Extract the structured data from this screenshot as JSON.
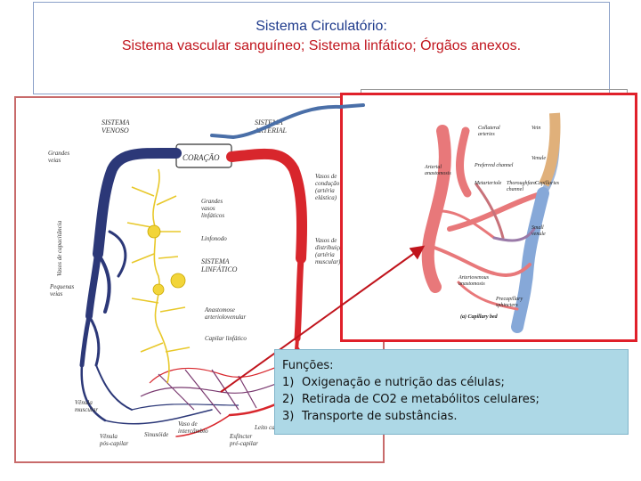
{
  "title": {
    "line1": "Sistema Circulatório:",
    "line2": "Sistema vascular sanguíneo; Sistema linfático; Órgãos anexos."
  },
  "left_diagram": {
    "sistema_venoso": [
      "SISTEMA",
      "VENOSO"
    ],
    "sistema_arterial": [
      "SISTEMA",
      "ARTERIAL"
    ],
    "coracao": "CORAÇÃO",
    "grandes_veias": [
      "Grandes",
      "veias"
    ],
    "vasos_capacitancia": "Vasos de capacitância",
    "grandes_vasos_linfaticos": [
      "Grandes",
      "vasos",
      "linfáticos"
    ],
    "linfonodo": "Linfonodo",
    "sistema_linfatico": [
      "SISTEMA",
      "LINFÁTICO"
    ],
    "vasos_conducao": [
      "Vasos de",
      "condução",
      "(artéria",
      "elástica)"
    ],
    "vasos_distribuicao": [
      "Vasos de",
      "distribuição",
      "(artéria",
      "muscular)"
    ],
    "pequenas_veias": [
      "Pequenas",
      "veias"
    ],
    "anastomose": [
      "Anastomose",
      "arteriolovenular"
    ],
    "capilar_linfatico": "Capilar linfático",
    "venula_muscular": [
      "Vênula",
      "muscular"
    ],
    "vaso_intercambio": [
      "Vaso de",
      "intercâmbio"
    ],
    "venula_pos_capilar": [
      "Vênula",
      "pós-capilar"
    ],
    "sinusoide": "Sinusóide",
    "esfincter": [
      "Esfíncter",
      "pré-capilar"
    ],
    "leito": "Leito ca"
  },
  "right_diagram": {
    "collateral_arteries": [
      "Collateral",
      "arteries"
    ],
    "vein": "Vein",
    "venule": "Venule",
    "arterial_anastomosis": [
      "Arterial",
      "anastomosis"
    ],
    "preferred_channel": "Preferred channel",
    "metarteriole": "Metarteriole",
    "thoroughfare": [
      "Thoroughfare",
      "channel"
    ],
    "capillaries": "Capillaries",
    "small_venule": [
      "Small",
      "venule"
    ],
    "arteriovenous": [
      "Arteriovenous",
      "anastomosis"
    ],
    "precapillary": [
      "Precapillary",
      "sphincters"
    ],
    "caption": "(a) Capillary bed"
  },
  "functions": {
    "heading": "Funções:",
    "items": [
      {
        "num": "1)",
        "text": "Oxigenação e nutrição das células;"
      },
      {
        "num": "2)",
        "text": "Retirada de CO2 e metabólitos celulares;"
      },
      {
        "num": "3)",
        "text": "Transporte de substâncias."
      }
    ]
  },
  "colors": {
    "title_blue": "#1f3b8c",
    "title_red": "#c0141c",
    "vein": "#2c3878",
    "artery": "#d8262c",
    "lymph": "#e8d23a",
    "box_bg": "#add8e6"
  }
}
